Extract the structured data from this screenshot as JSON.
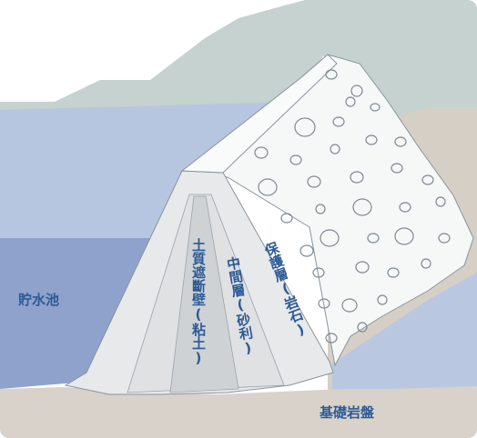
{
  "labels": {
    "reservoir": "貯水池",
    "bedrock": "基礎岩盤",
    "core": "土質遮斷壁(粘土)",
    "filter": "中間層(砂利)",
    "shell": "保護層(岩石)"
  },
  "colors": {
    "sky": "#ffffff",
    "mountain": "#c5d2cf",
    "bank": "#d6cfc6",
    "bedrock": "#d8d2ca",
    "water_upper": "#b6c6e0",
    "water_lower": "#8fa2cb",
    "dam_face": "#e7e9ea",
    "dam_top": "#f6f7f7",
    "core": "#cfd2d4",
    "filter": "#dfe1e3",
    "downstream": "#b9c7e1",
    "label": "#2d5a96",
    "outline": "#7f8a94"
  }
}
